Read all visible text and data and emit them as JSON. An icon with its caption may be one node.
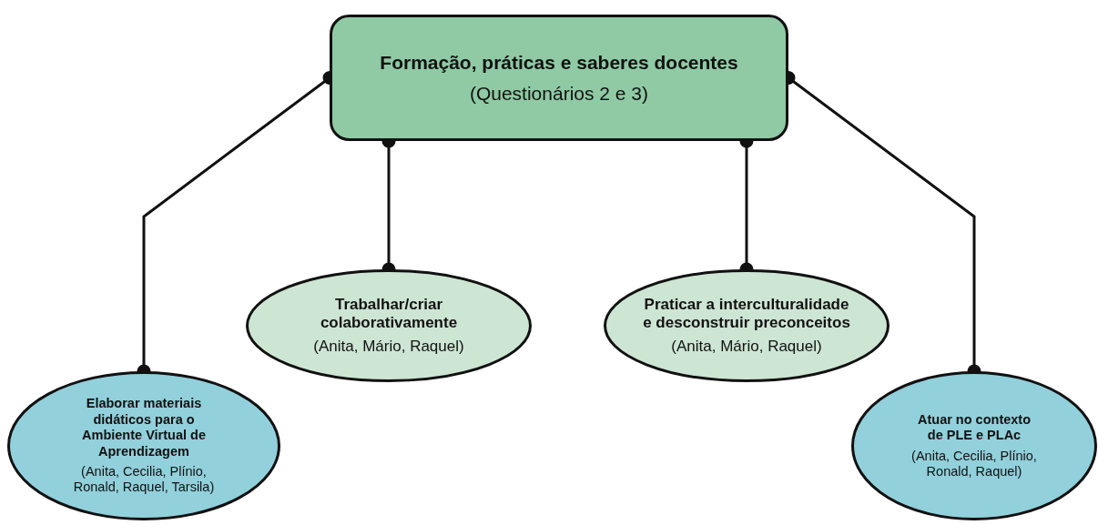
{
  "diagram": {
    "nodes": [
      {
        "text": [
          "Formação, práticas e saberes docentes",
          "(Questionários 2 e 3)"
        ]
      },
      {
        "text": [
          "Elaborar materiais didáticos para o Ambiente Virtual de Aprendizagem",
          "(Anita, Cecilia, Plínio, Ronald, Raquel, Tarsila)"
        ]
      },
      {
        "text": [
          "Trabalhar/criar colaborativamente",
          "(Anita, Mário, Raquel)"
        ]
      },
      {
        "text": [
          "Praticar a interculturalidade e desconstruir preconceitos",
          "(Anita, Mário, Raquel)"
        ]
      },
      {
        "text": [
          "Atuar no contexto de PLE e PLAc",
          "(Anita, Cecilia, Plínio, Ronald, Raquel)"
        ]
      }
    ],
    "edges": [
      {
        "from": 0,
        "to": 1,
        "arrow": "other"
      },
      {
        "from": 0,
        "to": 2,
        "arrow": "other"
      },
      {
        "from": 0,
        "to": 3,
        "arrow": "other"
      },
      {
        "from": 0,
        "to": 4,
        "arrow": "other"
      }
    ]
  }
}
